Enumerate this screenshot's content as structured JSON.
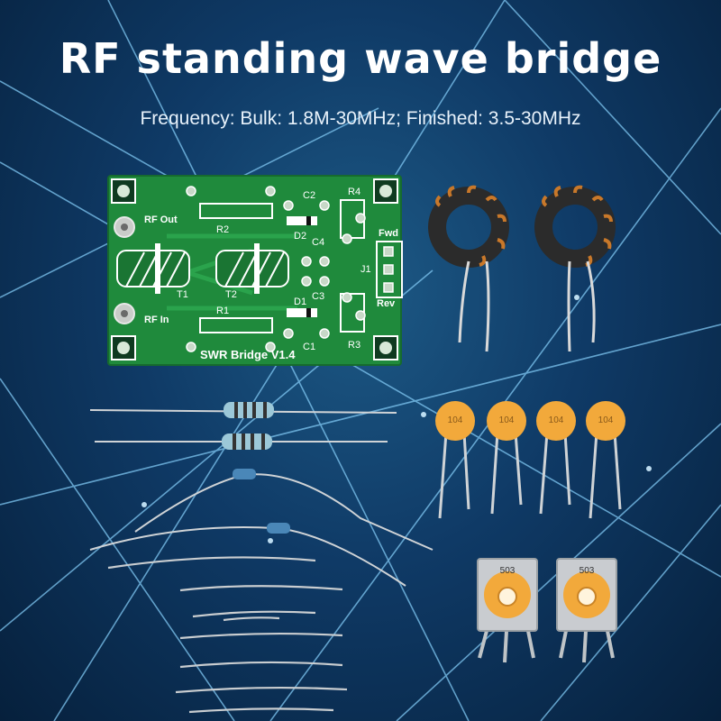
{
  "title": "RF standing wave bridge",
  "subtitle": "Frequency: Bulk: 1.8M-30MHz; Finished: 3.5-30MHz",
  "pcb": {
    "board_label": "SWR Bridge V1.4",
    "labels": {
      "rf_out": "RF Out",
      "rf_in": "RF In",
      "fwd": "Fwd",
      "rev": "Rev",
      "r1": "R1",
      "r2": "R2",
      "r3": "R3",
      "r4": "R4",
      "c1": "C1",
      "c2": "C2",
      "c3": "C3",
      "c4": "C4",
      "d1": "D1",
      "d2": "D2",
      "t1": "T1",
      "t2": "T2",
      "j1": "J1"
    }
  },
  "capacitor_marking": "104",
  "potentiometer_marking": "503",
  "colors": {
    "pcb": "#1f8a3c",
    "silkscreen": "#ffffff",
    "capacitor": "#f2a93b",
    "toroid": "#2b2b2b",
    "copper": "#c8782a"
  }
}
